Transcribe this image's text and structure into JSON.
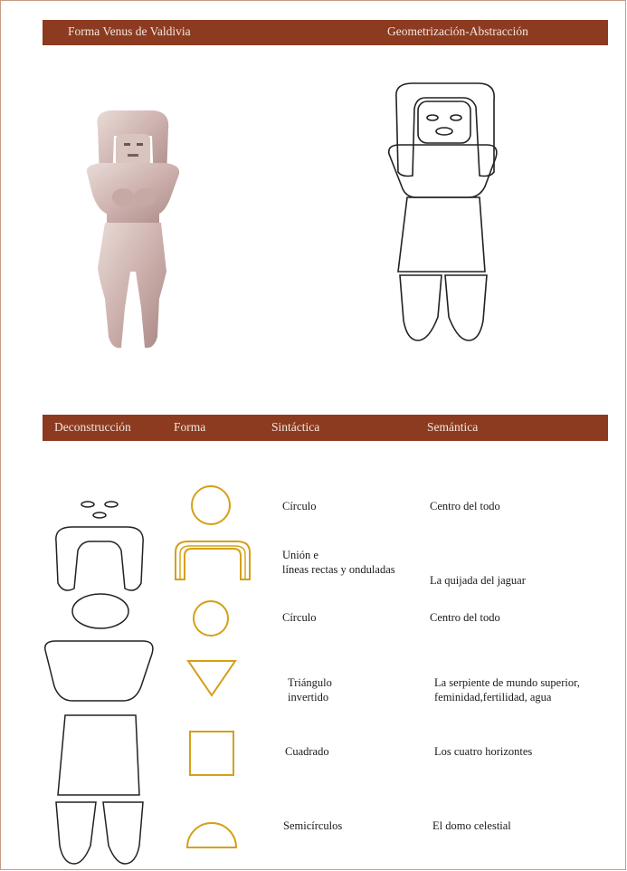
{
  "header_top": {
    "left": "Forma Venus de Valdivia",
    "right": "Geometrización-Abstracción"
  },
  "header_table": {
    "col1": "Deconstrucción",
    "col2": "Forma",
    "col3": "Sintáctica",
    "col4": "Semántica"
  },
  "rows": [
    {
      "syntax": "Círculo",
      "semantics": "Centro del todo"
    },
    {
      "syntax_line1": "Unión e",
      "syntax_line2": "líneas rectas y onduladas",
      "semantics": "La quijada del jaguar"
    },
    {
      "syntax": "Círculo",
      "semantics": "Centro del todo"
    },
    {
      "syntax_line1": "Triángulo",
      "syntax_line2": "invertido",
      "semantics_line1": "La serpiente de mundo superior,",
      "semantics_line2": "feminidad,fertilidad, agua"
    },
    {
      "syntax": "Cuadrado",
      "semantics": "Los cuatro horizontes"
    },
    {
      "syntax": "Semicírculos",
      "semantics": "El domo celestial"
    }
  ],
  "colors": {
    "header_bar": "#8c3b20",
    "shape_stroke": "#d4a017",
    "outline_stroke": "#222222"
  }
}
